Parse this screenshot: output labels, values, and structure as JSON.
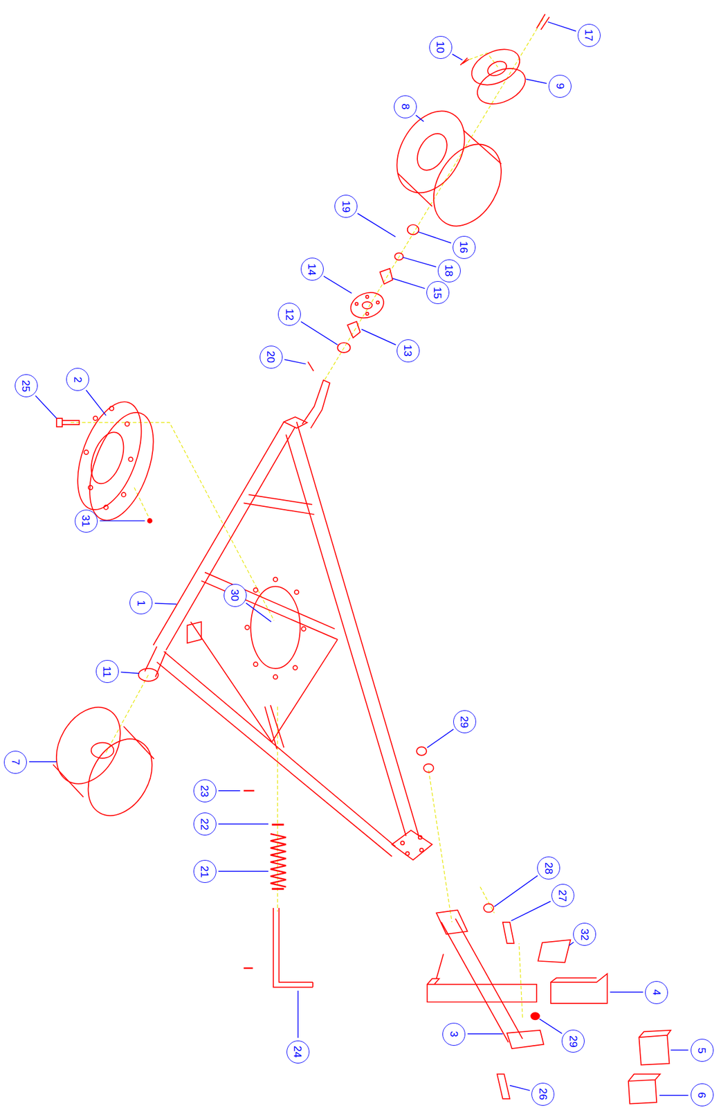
{
  "diagram": {
    "nodes": [
      {
        "text": [
          "17"
        ]
      },
      {
        "text": [
          "10"
        ]
      },
      {
        "text": [
          "9"
        ]
      },
      {
        "text": [
          "8"
        ]
      },
      {
        "text": [
          "19"
        ]
      },
      {
        "text": [
          "16"
        ]
      },
      {
        "text": [
          "18"
        ]
      },
      {
        "text": [
          "14"
        ]
      },
      {
        "text": [
          "15"
        ]
      },
      {
        "text": [
          "12"
        ]
      },
      {
        "text": [
          "13"
        ]
      },
      {
        "text": [
          "20"
        ]
      },
      {
        "text": [
          "2"
        ]
      },
      {
        "text": [
          "25"
        ]
      },
      {
        "text": [
          "31"
        ]
      },
      {
        "text": [
          "1"
        ]
      },
      {
        "text": [
          "30"
        ]
      },
      {
        "text": [
          "11"
        ]
      },
      {
        "text": [
          "29"
        ]
      },
      {
        "text": [
          "7"
        ]
      },
      {
        "text": [
          "23"
        ]
      },
      {
        "text": [
          "22"
        ]
      },
      {
        "text": [
          "21"
        ]
      },
      {
        "text": [
          "28"
        ]
      },
      {
        "text": [
          "27"
        ]
      },
      {
        "text": [
          "32"
        ]
      },
      {
        "text": [
          "4"
        ]
      },
      {
        "text": [
          "3"
        ]
      },
      {
        "text": [
          "29"
        ]
      },
      {
        "text": [
          "5"
        ]
      },
      {
        "text": [
          "24"
        ]
      },
      {
        "text": [
          "26"
        ]
      },
      {
        "text": [
          "6"
        ]
      }
    ]
  }
}
